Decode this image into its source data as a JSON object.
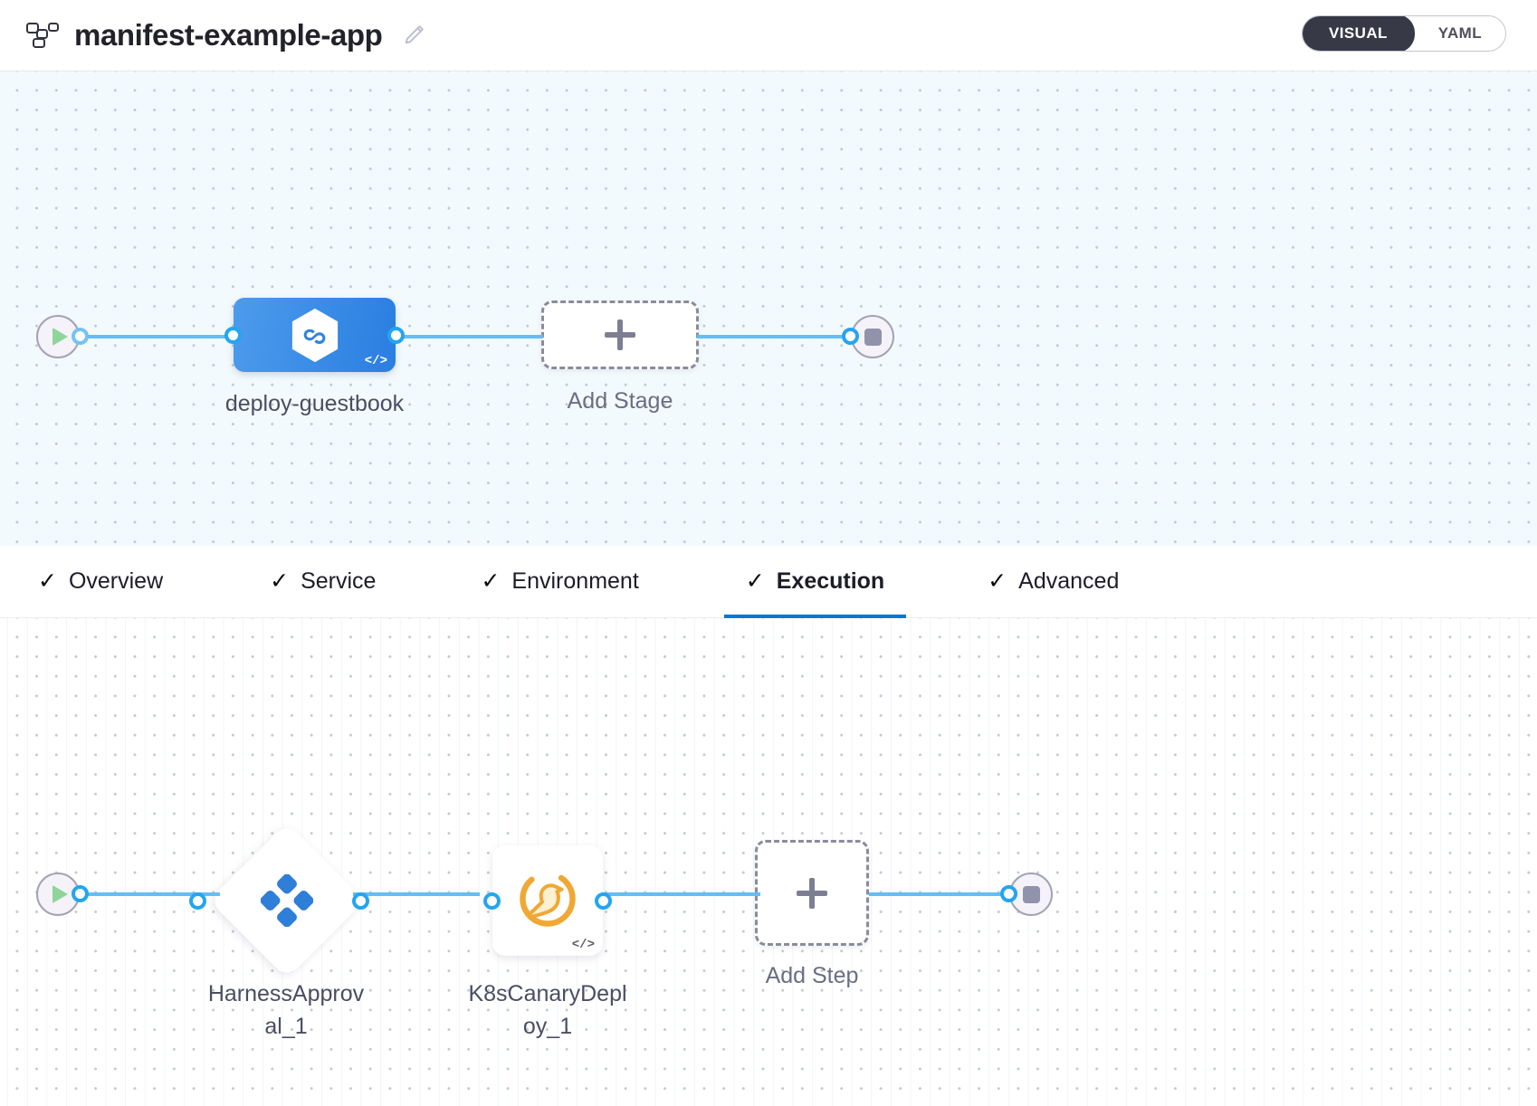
{
  "header": {
    "pipeline_icon": "pipeline-icon",
    "title": "manifest-example-app",
    "edit_icon": "pencil-icon",
    "view_toggle": {
      "visual_label": "VISUAL",
      "yaml_label": "YAML",
      "selected": "VISUAL",
      "active_bg": "#383946"
    }
  },
  "stage_graph": {
    "start_node": {
      "name": "start",
      "icon": "play-icon"
    },
    "stage": {
      "label": "deploy-guestbook",
      "icon": "harness-cd-hexagon-icon",
      "code_badge": "</>",
      "gradient_from": "#4c9bec",
      "gradient_to": "#2a7ee1"
    },
    "add_stage": {
      "label": "Add Stage",
      "icon": "plus-icon"
    },
    "end_node": {
      "name": "end",
      "icon": "stop-icon"
    }
  },
  "tabs": [
    {
      "label": "Overview",
      "check": "✓",
      "active": false
    },
    {
      "label": "Service",
      "check": "✓",
      "active": false
    },
    {
      "label": "Environment",
      "check": "✓",
      "active": false
    },
    {
      "label": "Execution",
      "check": "✓",
      "active": true
    },
    {
      "label": "Advanced",
      "check": "✓",
      "active": false
    }
  ],
  "execution_graph": {
    "start_node": {
      "name": "start",
      "icon": "play-icon"
    },
    "steps": [
      {
        "label": "HarnessApproval_1",
        "label_line1": "HarnessApprov",
        "label_line2": "al_1",
        "shape": "diamond",
        "icon": "harness-approval-icon",
        "icon_color": "#2f7ed8",
        "code_badge": null
      },
      {
        "label": "K8sCanaryDeploy_1",
        "label_line1": "K8sCanaryDepl",
        "label_line2": "oy_1",
        "shape": "square",
        "icon": "canary-bird-icon",
        "icon_color": "#efa834",
        "code_badge": "</>"
      }
    ],
    "add_step": {
      "label": "Add Step",
      "icon": "plus-icon"
    },
    "end_node": {
      "name": "end",
      "icon": "stop-icon"
    }
  },
  "colors": {
    "edge": "#63bef5",
    "port_ring": "#24a5f0",
    "canvas_top_bg": "#f3fafd",
    "canvas_bottom_bg": "#ffffff",
    "tab_active_underline": "#0278d5"
  }
}
